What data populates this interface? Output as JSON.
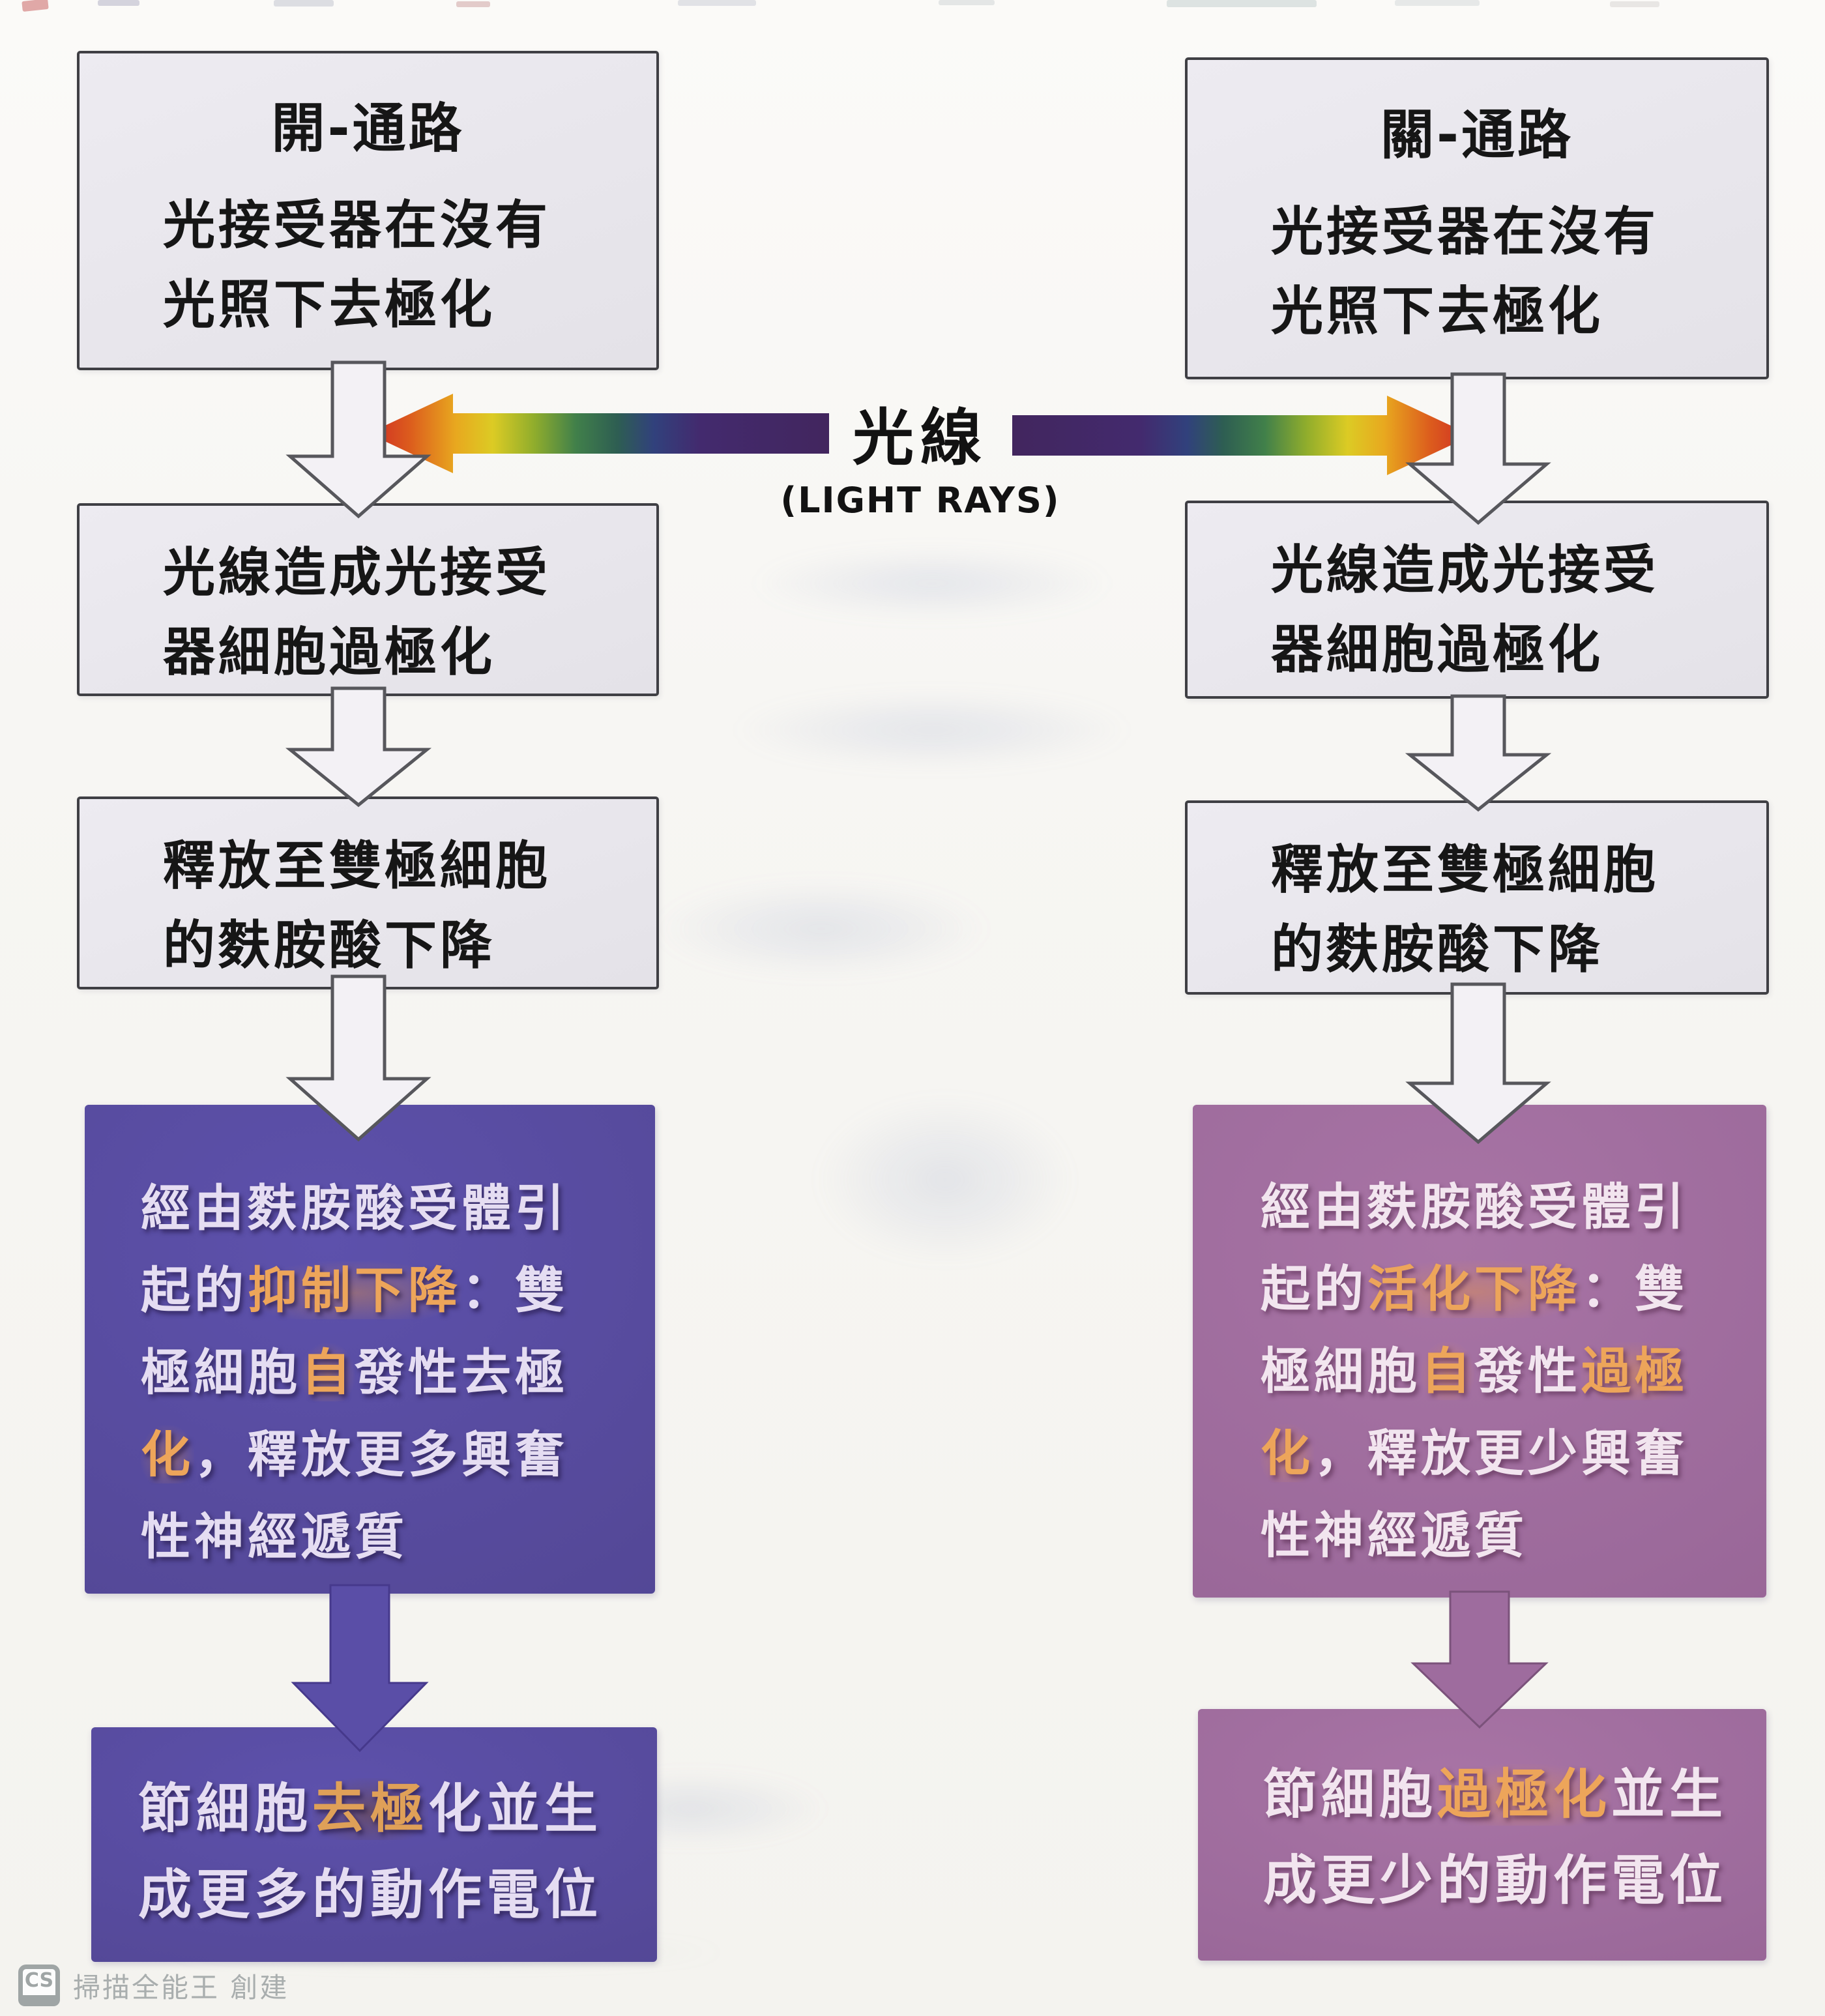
{
  "center": {
    "light_label": "光線",
    "light_label_en": "(LIGHT RAYS)"
  },
  "on": {
    "title": "開-通路",
    "b1l1": "光接受器在沒有",
    "b1l2": "光照下去極化",
    "b2l1": "光線造成光接受",
    "b2l2": "器細胞過極化",
    "b3l1": "釋放至雙極細胞",
    "b3l2": "的麩胺酸下降",
    "b4l1": "經由麩胺酸受體引",
    "b4l2a": "起的",
    "b4l2b": "抑制下降",
    "b4l2c": "：雙",
    "b4l3a": "極細胞",
    "b4l3b": "自",
    "b4l3c": "發性去極",
    "b4l4a": "化",
    "b4l4b": "，釋放更多興奮",
    "b4l5": "性神經遞質",
    "b5l1a": "節細胞",
    "b5l1b": "去極",
    "b5l1c": "化並生",
    "b5l2": "成更多的動作電位"
  },
  "off": {
    "title": "關-通路",
    "b1l1": "光接受器在沒有",
    "b1l2": "光照下去極化",
    "b2l1": "光線造成光接受",
    "b2l2": "器細胞過極化",
    "b3l1": "釋放至雙極細胞",
    "b3l2": "的麩胺酸下降",
    "b4l1": "經由麩胺酸受體引",
    "b4l2a": "起的",
    "b4l2b": "活化下降",
    "b4l2c": "：雙",
    "b4l3a": "極細胞",
    "b4l3b": "自",
    "b4l3c": "發性",
    "b4l3d": "過極",
    "b4l4a": "化",
    "b4l4b": "，釋放更少興奮",
    "b4l5": "性神經遞質",
    "b5l1a": "節細胞",
    "b5l1b": "過極化",
    "b5l1c": "並生",
    "b5l2": "成更少的動作電位"
  },
  "watermark": {
    "logo": "CS",
    "text": "掃描全能王 創建"
  },
  "colors": {
    "on_box": "#554999",
    "off_box": "#9c6a9b",
    "highlight": "#eda55a",
    "rainbow_red": "#ce2a25",
    "rainbow_purple": "#42265e"
  }
}
